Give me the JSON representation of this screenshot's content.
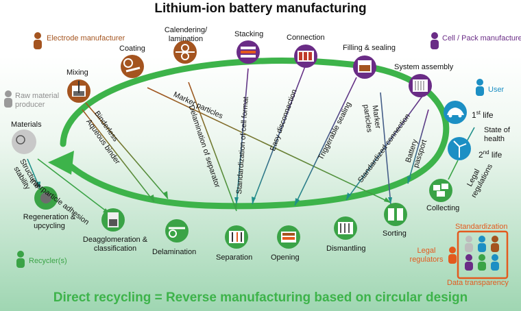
{
  "title": "Lithium-ion battery manufacturing",
  "footer": "Direct recycling = Reverse manufacturing based on circular design",
  "actors": {
    "electrode_manufacturer": "Electrode manufacturer",
    "cell_pack_manufacturer": "Cell / Pack manufacturer",
    "raw_material_producer": "Raw material producer",
    "user": "User",
    "recyclers": "Recycler(s)",
    "legal_regulators": "Legal regulators",
    "standardization": "Standardization",
    "data_transparency": "Data transparency"
  },
  "manufacturing_steps": {
    "mixing": "Mixing",
    "coating": "Coating",
    "calendering": "Calendering/ lamination",
    "stacking": "Stacking",
    "connection": "Connection",
    "filling": "Filling & sealing",
    "system_assembly": "System assembly"
  },
  "use_phase": {
    "first_life": "1st life",
    "first_life_base": "1",
    "first_life_sup": "st",
    "first_life_word": " life",
    "state_of_health": "State of health",
    "second_life_base": "2",
    "second_life_sup": "nd",
    "second_life_word": " life",
    "legal_regulations": "Legal regulations",
    "collecting": "Collecting"
  },
  "recycling_steps": {
    "materials": "Materials",
    "structural_stability": "Structural stability",
    "regeneration": "Regeneration & upcycling",
    "interparticle": "Interparticle adhesion",
    "deagglomeration": "Deagglomeration & classification",
    "delamination": "Delamination",
    "separation": "Separation",
    "opening": "Opening",
    "dismantling": "Dismantling",
    "sorting": "Sorting"
  },
  "design_links": [
    {
      "label": "Binderless",
      "color": "#a4541f"
    },
    {
      "label": "Aqueous binder",
      "color": "#a4541f"
    },
    {
      "label": "Delamination of separator",
      "color": "#a4541f"
    },
    {
      "label": "Marker particles",
      "color": "#a4541f"
    },
    {
      "label": "Standardization of cell format",
      "color": "#6a2c86"
    },
    {
      "label": "Easy disconnection",
      "color": "#6a2c86"
    },
    {
      "label": "Triggerable sealing",
      "color": "#6a2c86"
    },
    {
      "label": "Marker particles",
      "color": "#6a2c86"
    },
    {
      "label": "Standardized connection",
      "color": "#6a2c86"
    },
    {
      "label": "Battery passport",
      "color": "#6a2c86"
    }
  ],
  "colors": {
    "electrode": "#a4541f",
    "cell": "#6a2c86",
    "cycle": "#3db34a",
    "user": "#1c8fc4",
    "regulator": "#e35a1e",
    "teal": "#1f8f8a"
  },
  "icons": [
    "person-icon",
    "mixer-icon",
    "coating-icon",
    "calender-icon",
    "stack-icon",
    "connection-icon",
    "filling-icon",
    "system-icon",
    "car-icon",
    "wind-turbine-icon",
    "collect-icon",
    "sorting-icon",
    "dismantling-icon",
    "opening-icon",
    "separation-icon",
    "delamination-icon",
    "deagglomeration-icon",
    "regeneration-icon",
    "materials-icon"
  ]
}
